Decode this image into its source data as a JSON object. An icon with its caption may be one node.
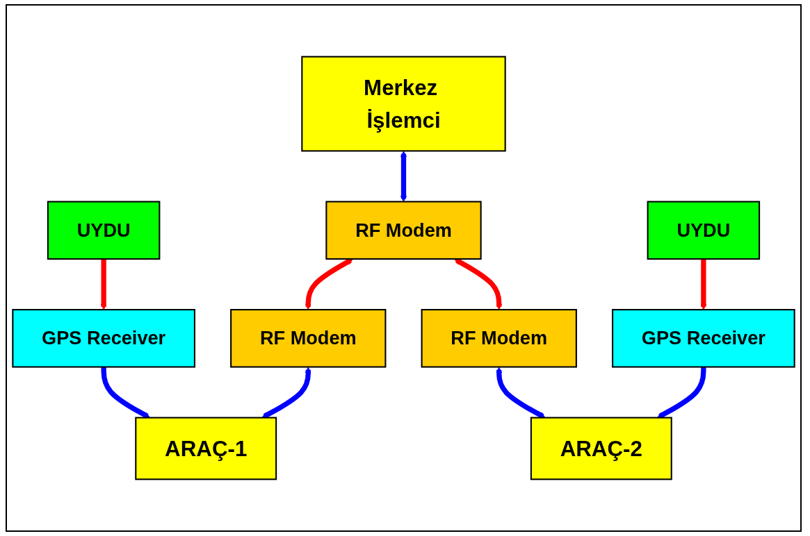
{
  "diagram": {
    "nodes": [
      {
        "text": [
          "Merkez İşlemci"
        ]
      },
      {
        "text": [
          "UYDU"
        ]
      },
      {
        "text": [
          "RF Modem"
        ]
      },
      {
        "text": [
          "UYDU"
        ]
      },
      {
        "text": [
          "GPS Receiver"
        ]
      },
      {
        "text": [
          "RF Modem"
        ]
      },
      {
        "text": [
          "RF Modem"
        ]
      },
      {
        "text": [
          "GPS Receiver"
        ]
      },
      {
        "text": [
          "ARAÇ-1"
        ]
      },
      {
        "text": [
          "ARAÇ-2"
        ]
      }
    ],
    "edges": [
      {
        "from": 0,
        "to": 2,
        "arrow": "both",
        "color": "#0000ff"
      },
      {
        "from": 2,
        "to": 5,
        "arrow": "both",
        "color": "#ff0000"
      },
      {
        "from": 2,
        "to": 6,
        "arrow": "both",
        "color": "#ff0000"
      },
      {
        "from": 1,
        "to": 4,
        "arrow": "to",
        "color": "#ff0000"
      },
      {
        "from": 3,
        "to": 7,
        "arrow": "to",
        "color": "#ff0000"
      },
      {
        "from": 5,
        "to": 8,
        "arrow": "both",
        "color": "#0000ff"
      },
      {
        "from": 6,
        "to": 9,
        "arrow": "both",
        "color": "#0000ff"
      },
      {
        "from": 4,
        "to": 8,
        "arrow": "to",
        "color": "#0000ff"
      },
      {
        "from": 7,
        "to": 9,
        "arrow": "to",
        "color": "#0000ff"
      }
    ]
  }
}
